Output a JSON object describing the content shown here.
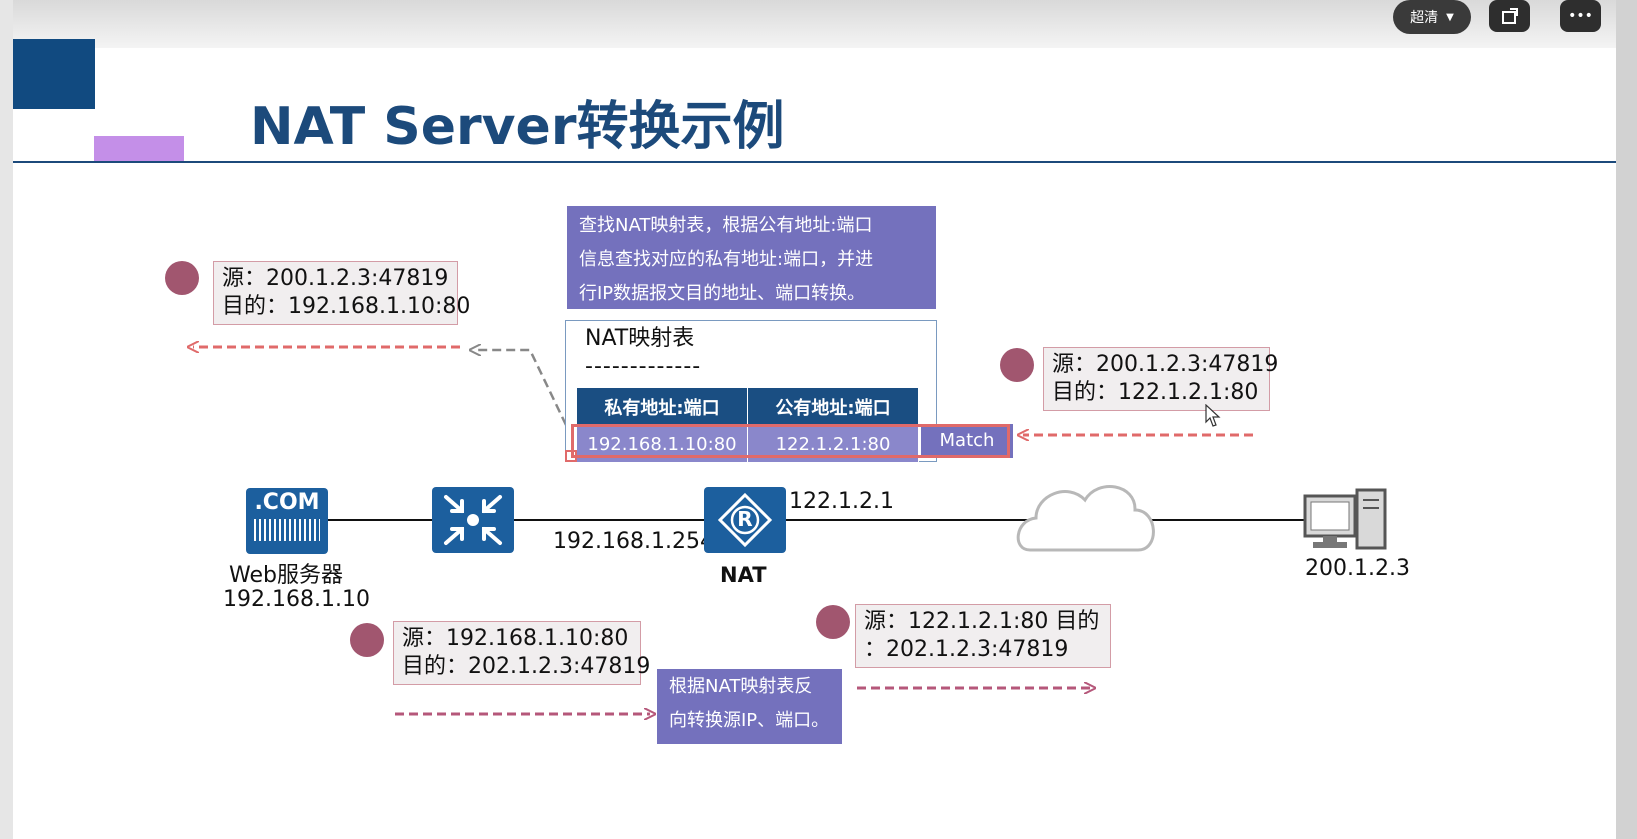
{
  "toolbar": {
    "quality_label": "超清",
    "more_label": "•••"
  },
  "slide": {
    "title": "NAT Server转换示例",
    "callouts": {
      "lookup": [
        "查找NAT映射表，根据公有地址:端口",
        "信息查找对应的私有地址:端口，并进",
        "行IP数据报文目的地址、端口转换。"
      ],
      "reverse": [
        "根据NAT映射表反",
        "向转换源IP、端口。"
      ]
    },
    "nat_table": {
      "title": "NAT映射表",
      "separator": "-------------",
      "headers": [
        "私有地址:端口",
        "公有地址:端口"
      ],
      "row": [
        "192.168.1.10:80",
        "122.1.2.1:80"
      ],
      "match": "Match"
    },
    "packets": {
      "top_left": [
        "源：200.1.2.3:47819",
        "目的：192.168.1.10:80"
      ],
      "top_right": [
        "源：200.1.2.3:47819",
        "目的：122.1.2.1:80"
      ],
      "bottom_left": [
        "源：192.168.1.10:80",
        "目的：202.1.2.3:47819"
      ],
      "bottom_right": [
        "源：122.1.2.1:80  目的",
        "：202.1.2.3:47819"
      ]
    },
    "devices": {
      "server_badge": ".COM",
      "server_name": "Web服务器",
      "server_ip": "192.168.1.10",
      "nat_inside_ip": "192.168.1.254",
      "nat_outside_ip": "122.1.2.1",
      "nat_name": "NAT",
      "router_symbol": "R",
      "client_ip": "200.1.2.3"
    }
  },
  "colors": {
    "title": "#1c4a7b",
    "purple": "#7471bd",
    "accent_red": "#e06a6a",
    "navy": "#1a4e82",
    "dot": "#a1566f"
  }
}
